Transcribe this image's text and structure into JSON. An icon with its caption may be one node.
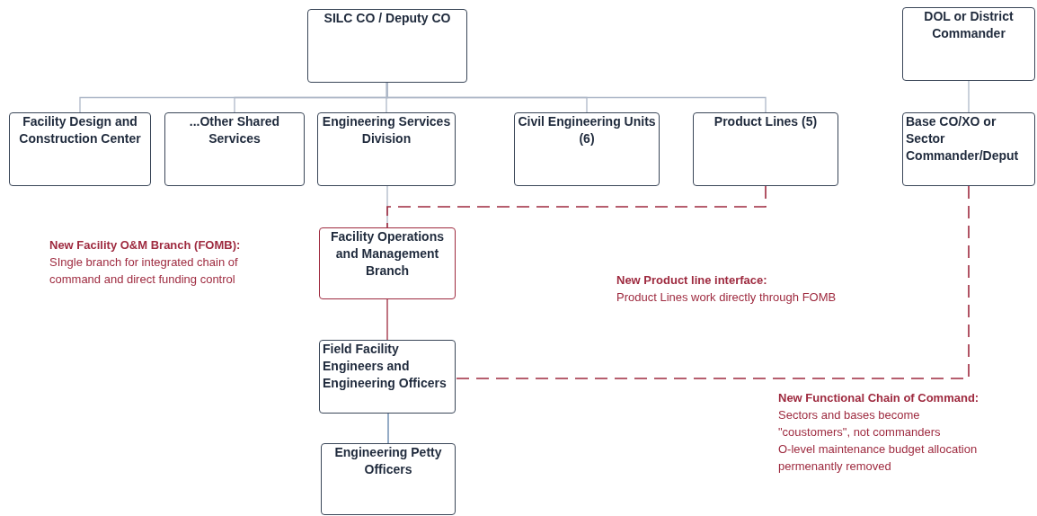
{
  "diagram": {
    "nodes": [
      {
        "text": [
          "SILC CO / Deputy CO"
        ]
      },
      {
        "text": [
          "Facility Design and Construction Center"
        ]
      },
      {
        "text": [
          "...Other Shared Services"
        ]
      },
      {
        "text": [
          "Engineering Services Division"
        ]
      },
      {
        "text": [
          "Civil Engineering Units (6)"
        ]
      },
      {
        "text": [
          "Product Lines (5)"
        ]
      },
      {
        "text": [
          "DOL or District Commander"
        ]
      },
      {
        "text": [
          "Base CO/XO or Sector Commander/Deput"
        ]
      },
      {
        "text": [
          "Facility Operations and Management Branch"
        ]
      },
      {
        "text": [
          "Field Facility Engineers and Engineering Officers"
        ]
      },
      {
        "text": [
          "Engineering Petty Officers"
        ]
      }
    ],
    "edges": [
      {
        "from": 0,
        "to": 1,
        "arrow": "none"
      },
      {
        "from": 0,
        "to": 2,
        "arrow": "none"
      },
      {
        "from": 0,
        "to": 3,
        "arrow": "none"
      },
      {
        "from": 0,
        "to": 4,
        "arrow": "none"
      },
      {
        "from": 0,
        "to": 5,
        "arrow": "none"
      },
      {
        "from": 6,
        "to": 7,
        "arrow": "none"
      },
      {
        "from": 3,
        "to": 8,
        "arrow": "none"
      },
      {
        "from": 8,
        "to": 9,
        "arrow": "none",
        "color": "#9e2a3f"
      },
      {
        "from": 9,
        "to": 10,
        "arrow": "none",
        "color": "#5b7fa8"
      },
      {
        "from": 5,
        "to": 8,
        "arrow": "none",
        "style": "dashed",
        "color": "#9e2a3f"
      },
      {
        "from": 7,
        "to": 9,
        "arrow": "none",
        "style": "dashed",
        "color": "#9e2a3f"
      }
    ],
    "labels": [
      "New  Facility O&M Branch (FOMB):",
      "SIngle branch for integrated chain of command and direct funding control",
      "New  Product line interface:",
      "Product Lines work directly through FOMB",
      "New Functional Chain of Command:",
      "Sectors and bases become \"coustomers\", not commanders",
      "O-level maintenance budget allocation permenantly removed"
    ]
  }
}
